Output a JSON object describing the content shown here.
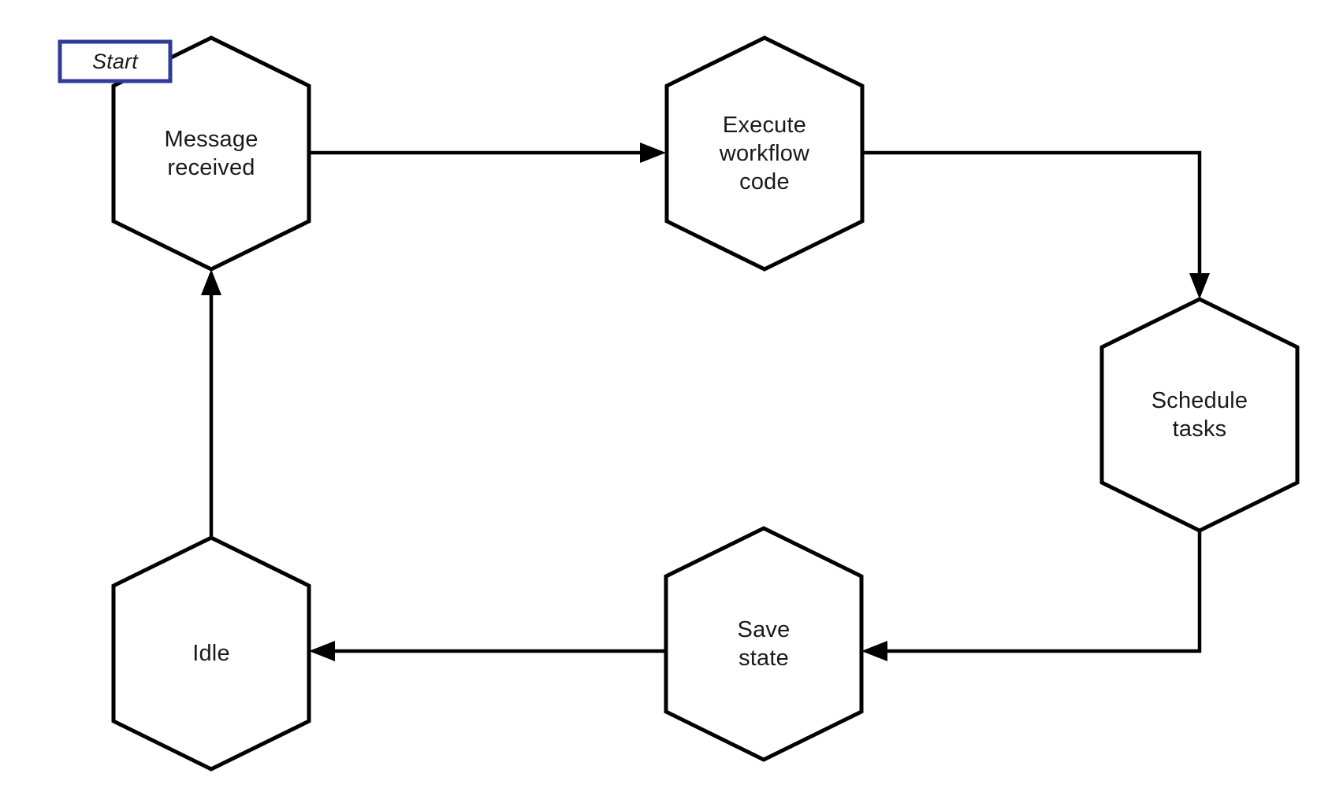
{
  "diagram": {
    "type": "flowchart",
    "background": "#ffffff",
    "colors": {
      "background": "#ffffff",
      "stroke": "#000000",
      "text": "#1a1a1a",
      "start_border": "#2f3b96"
    },
    "start_label": "Start",
    "nodes": {
      "message_received": {
        "shape": "hexagon",
        "label": "Message\nreceived"
      },
      "execute_workflow_code": {
        "shape": "hexagon",
        "label": "Execute\nworkflow\ncode"
      },
      "schedule_tasks": {
        "shape": "hexagon",
        "label": "Schedule\ntasks"
      },
      "save_state": {
        "shape": "hexagon",
        "label": "Save\nstate"
      },
      "idle": {
        "shape": "hexagon",
        "label": "Idle"
      }
    },
    "edges": [
      {
        "from": "message_received",
        "to": "execute_workflow_code"
      },
      {
        "from": "execute_workflow_code",
        "to": "schedule_tasks"
      },
      {
        "from": "schedule_tasks",
        "to": "save_state"
      },
      {
        "from": "save_state",
        "to": "idle"
      },
      {
        "from": "idle",
        "to": "message_received"
      }
    ],
    "start_attached_to": "message_received"
  }
}
